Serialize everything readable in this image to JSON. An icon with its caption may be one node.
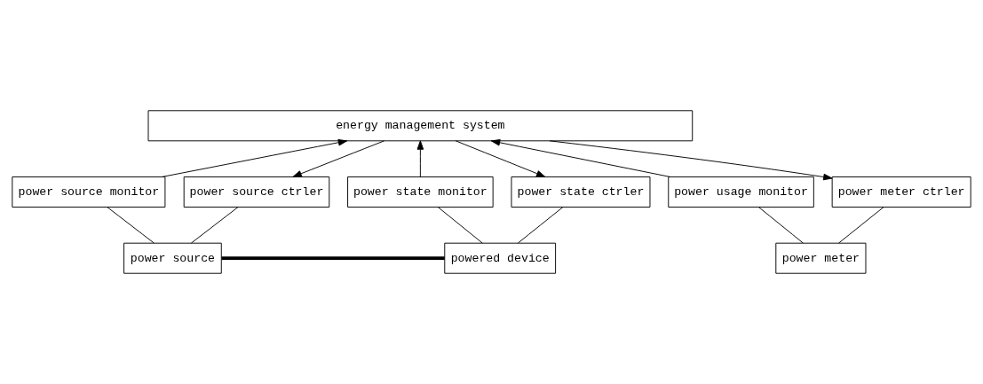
{
  "diagram": {
    "nodes": [
      {
        "text": [
          "energy management system"
        ]
      },
      {
        "text": [
          "power source monitor"
        ]
      },
      {
        "text": [
          "power source ctrler"
        ]
      },
      {
        "text": [
          "power usage monitor"
        ]
      },
      {
        "text": [
          "power meter ctrler"
        ]
      },
      {
        "text": [
          "power state monitor"
        ]
      },
      {
        "text": [
          "power state ctrler"
        ]
      },
      {
        "text": [
          "power source"
        ]
      },
      {
        "text": [
          "power meter"
        ]
      },
      {
        "text": [
          "powered device"
        ]
      }
    ],
    "edges": [
      {
        "from": 1,
        "to": 0,
        "arrow": "to"
      },
      {
        "from": 0,
        "to": 2,
        "arrow": "to"
      },
      {
        "from": 3,
        "to": 0,
        "arrow": "to"
      },
      {
        "from": 0,
        "to": 4,
        "arrow": "to"
      },
      {
        "from": 5,
        "to": 0,
        "arrow": "to"
      },
      {
        "from": 0,
        "to": 6,
        "arrow": "to"
      },
      {
        "from": 7,
        "to": 1,
        "arrow": "none"
      },
      {
        "from": 7,
        "to": 2,
        "arrow": "none"
      },
      {
        "from": 8,
        "to": 3,
        "arrow": "none"
      },
      {
        "from": 8,
        "to": 4,
        "arrow": "none"
      },
      {
        "from": 9,
        "to": 5,
        "arrow": "none"
      },
      {
        "from": 9,
        "to": 6,
        "arrow": "none"
      },
      {
        "from": 7,
        "to": 9,
        "arrow": "none",
        "style": "thick"
      }
    ]
  }
}
